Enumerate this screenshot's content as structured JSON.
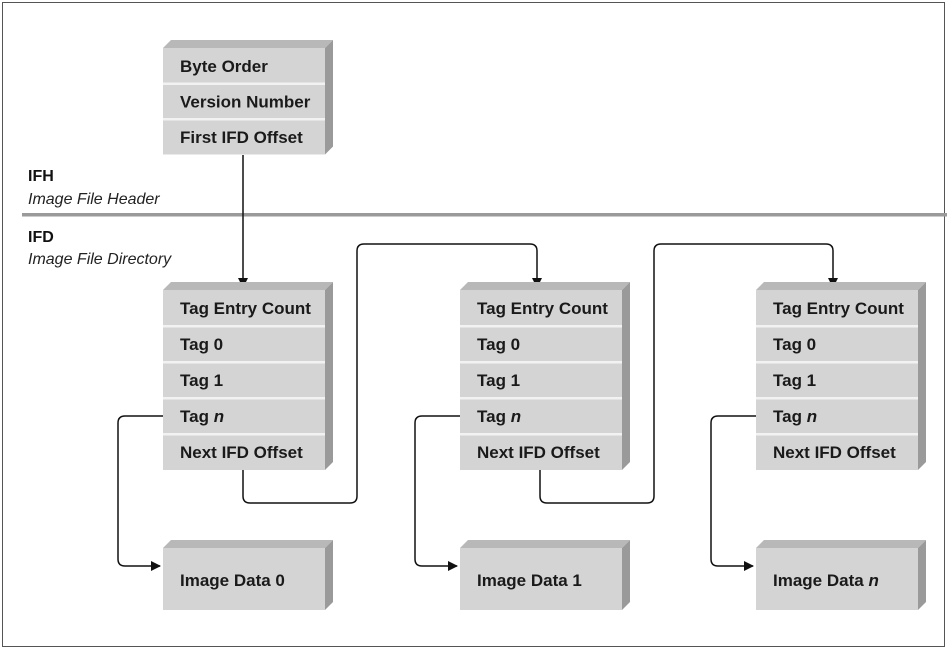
{
  "header": {
    "title": "IFH",
    "subtitle": "Image File Header",
    "fields": [
      "Byte Order",
      "Version Number",
      "First IFD Offset"
    ]
  },
  "directory": {
    "title": "IFD",
    "subtitle": "Image File Directory"
  },
  "ifds": [
    {
      "rows": [
        {
          "label": "Tag Entry Count"
        },
        {
          "label": "Tag 0"
        },
        {
          "label": "Tag 1"
        },
        {
          "label": "Tag ",
          "suffix": "n"
        },
        {
          "label": "Next IFD Offset"
        }
      ],
      "data": {
        "label": "Image Data 0"
      }
    },
    {
      "rows": [
        {
          "label": "Tag Entry Count"
        },
        {
          "label": "Tag 0"
        },
        {
          "label": "Tag 1"
        },
        {
          "label": "Tag ",
          "suffix": "n"
        },
        {
          "label": "Next IFD Offset"
        }
      ],
      "data": {
        "label": "Image Data 1"
      }
    },
    {
      "rows": [
        {
          "label": "Tag Entry Count"
        },
        {
          "label": "Tag 0"
        },
        {
          "label": "Tag 1"
        },
        {
          "label": "Tag ",
          "suffix": "n"
        },
        {
          "label": "Next IFD Offset"
        }
      ],
      "data": {
        "label": "Image Data ",
        "suffix": "n"
      }
    }
  ],
  "colors": {
    "box_face": "#d4d4d4",
    "box_side": "#9a9a9a",
    "box_top": "#b8b8b8",
    "divider": "#f2f2f2",
    "connector": "#111111",
    "section_rule": "#9a9a9a"
  }
}
